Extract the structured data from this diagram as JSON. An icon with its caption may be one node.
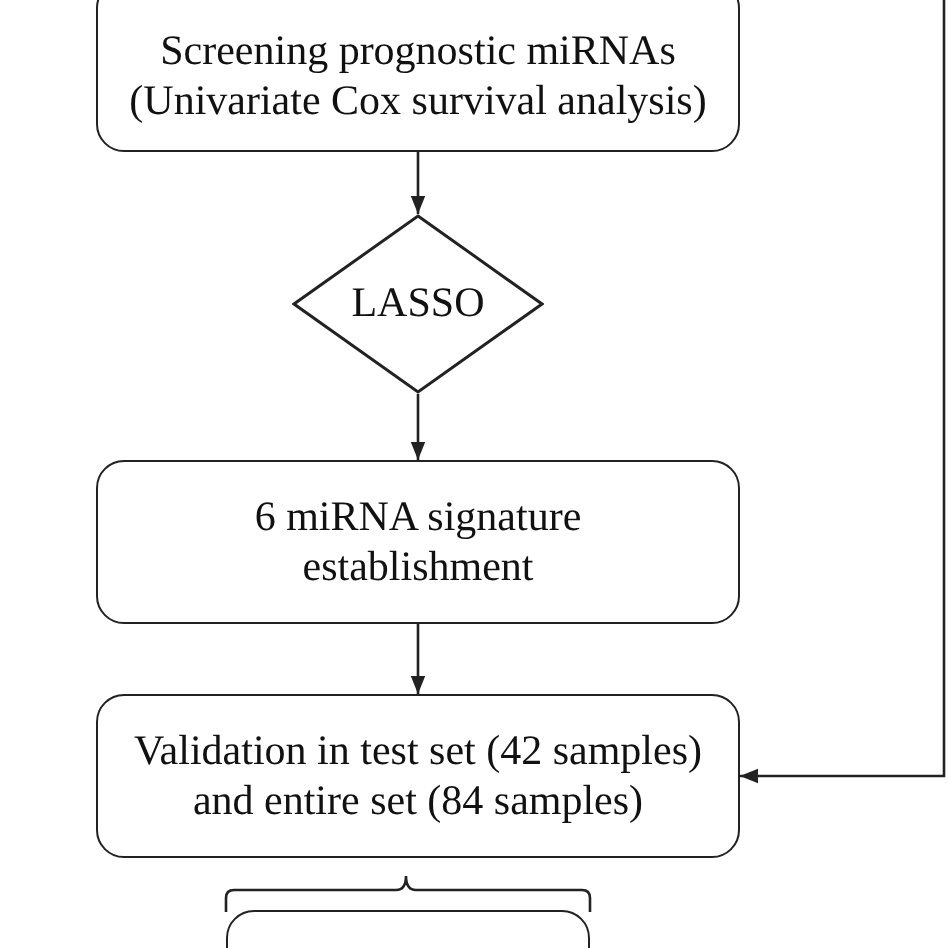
{
  "diagram": {
    "nodes": [
      {
        "text": [
          "Screening prognostic miRNAs (Univariate Cox survival analysis)"
        ]
      },
      {
        "text": [
          "LASSO"
        ]
      },
      {
        "text": [
          "6 miRNA signature establishment"
        ]
      },
      {
        "text": [
          "Validation in test set (42 samples) and entire set (84 samples)"
        ]
      },
      {
        "text": [],
        "shape": "box"
      }
    ],
    "edges": [
      {
        "from": 0,
        "to": 1,
        "arrow": "to"
      },
      {
        "from": 1,
        "to": 2,
        "arrow": "to"
      },
      {
        "from": 2,
        "to": 3,
        "arrow": "to"
      },
      {
        "from": null,
        "to": 3,
        "arrow": "to"
      }
    ]
  }
}
